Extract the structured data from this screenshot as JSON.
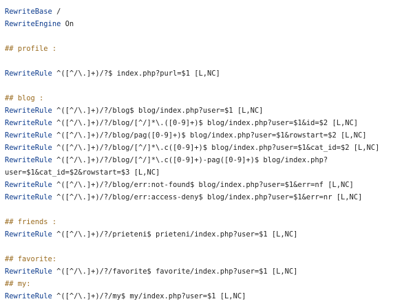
{
  "colors": {
    "keyword": "#0b3a8c",
    "comment": "#9a6b1f",
    "text": "#222222"
  },
  "lines": [
    {
      "kw": "RewriteBase",
      "text": " /"
    },
    {
      "kw": "RewriteEngine",
      "text": " On"
    },
    {
      "blank": true
    },
    {
      "comment": "## profile :"
    },
    {
      "blank": true
    },
    {
      "kw": "RewriteRule",
      "text": " ^([^/\\.]+)/?$ index.php?purl=$1 [L,NC]"
    },
    {
      "blank": true
    },
    {
      "comment": "## blog :"
    },
    {
      "kw": "RewriteRule",
      "text": " ^([^/\\.]+)/?/blog$ blog/index.php?user=$1 [L,NC]"
    },
    {
      "kw": "RewriteRule",
      "text": " ^([^/\\.]+)/?/blog/[^/]*\\.([0-9]+)$ blog/index.php?user=$1&id=$2 [L,NC]"
    },
    {
      "kw": "RewriteRule",
      "text": " ^([^/\\.]+)/?/blog/pag([0-9]+)$ blog/index.php?user=$1&rowstart=$2 [L,NC]"
    },
    {
      "kw": "RewriteRule",
      "text": " ^([^/\\.]+)/?/blog/[^/]*\\.c([0-9]+)$ blog/index.php?user=$1&cat_id=$2 [L,NC]"
    },
    {
      "kw": "RewriteRule",
      "text": " ^([^/\\.]+)/?/blog/[^/]*\\.c([0-9]+)-pag([0-9]+)$ blog/index.php?"
    },
    {
      "text": "user=$1&cat_id=$2&rowstart=$3 [L,NC]"
    },
    {
      "kw": "RewriteRule",
      "text": " ^([^/\\.]+)/?/blog/err:not-found$ blog/index.php?user=$1&err=nf [L,NC]"
    },
    {
      "kw": "RewriteRule",
      "text": " ^([^/\\.]+)/?/blog/err:access-deny$ blog/index.php?user=$1&err=nr [L,NC]"
    },
    {
      "blank": true
    },
    {
      "comment": "## friends :"
    },
    {
      "kw": "RewriteRule",
      "text": " ^([^/\\.]+)/?/prieteni$ prieteni/index.php?user=$1 [L,NC]"
    },
    {
      "blank": true
    },
    {
      "comment": "## favorite:"
    },
    {
      "kw": "RewriteRule",
      "text": " ^([^/\\.]+)/?/favorite$ favorite/index.php?user=$1 [L,NC]"
    },
    {
      "comment": "## my:"
    },
    {
      "kw": "RewriteRule",
      "text": " ^([^/\\.]+)/?/my$ my/index.php?user=$1 [L,NC]"
    }
  ]
}
